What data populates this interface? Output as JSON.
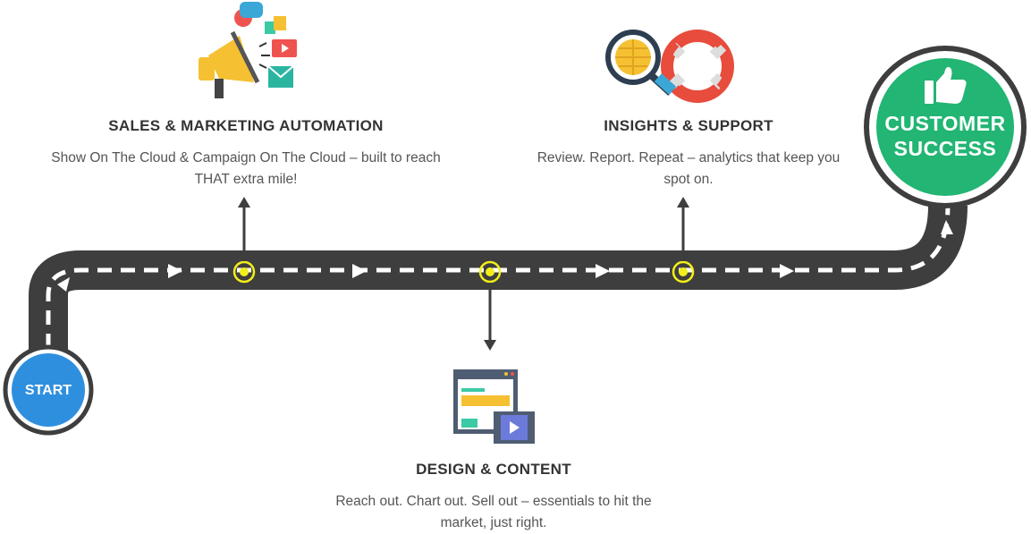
{
  "start": {
    "label": "START",
    "color": "#2f8fdf"
  },
  "success": {
    "line1": "CUSTOMER",
    "line2": "SUCCESS",
    "color": "#22b573",
    "icon": "thumbs-up-icon"
  },
  "road": {
    "color": "#3e3e3e",
    "dash_color": "#ffffff",
    "marker_color": "#f2ee1a"
  },
  "milestones": [
    {
      "title": "SALES & MARKETING AUTOMATION",
      "description": "Show On The Cloud & Campaign On The Cloud – built to reach THAT extra mile!",
      "icon": "megaphone-icon"
    },
    {
      "title": "DESIGN & CONTENT",
      "description": "Reach out. Chart out. Sell out – essentials to hit the market, just right.",
      "icon": "browser-video-icon"
    },
    {
      "title": "INSIGHTS & SUPPORT",
      "description": "Review. Report. Repeat – analytics that keep you spot on.",
      "icon": "magnifier-lifebuoy-icon"
    }
  ]
}
